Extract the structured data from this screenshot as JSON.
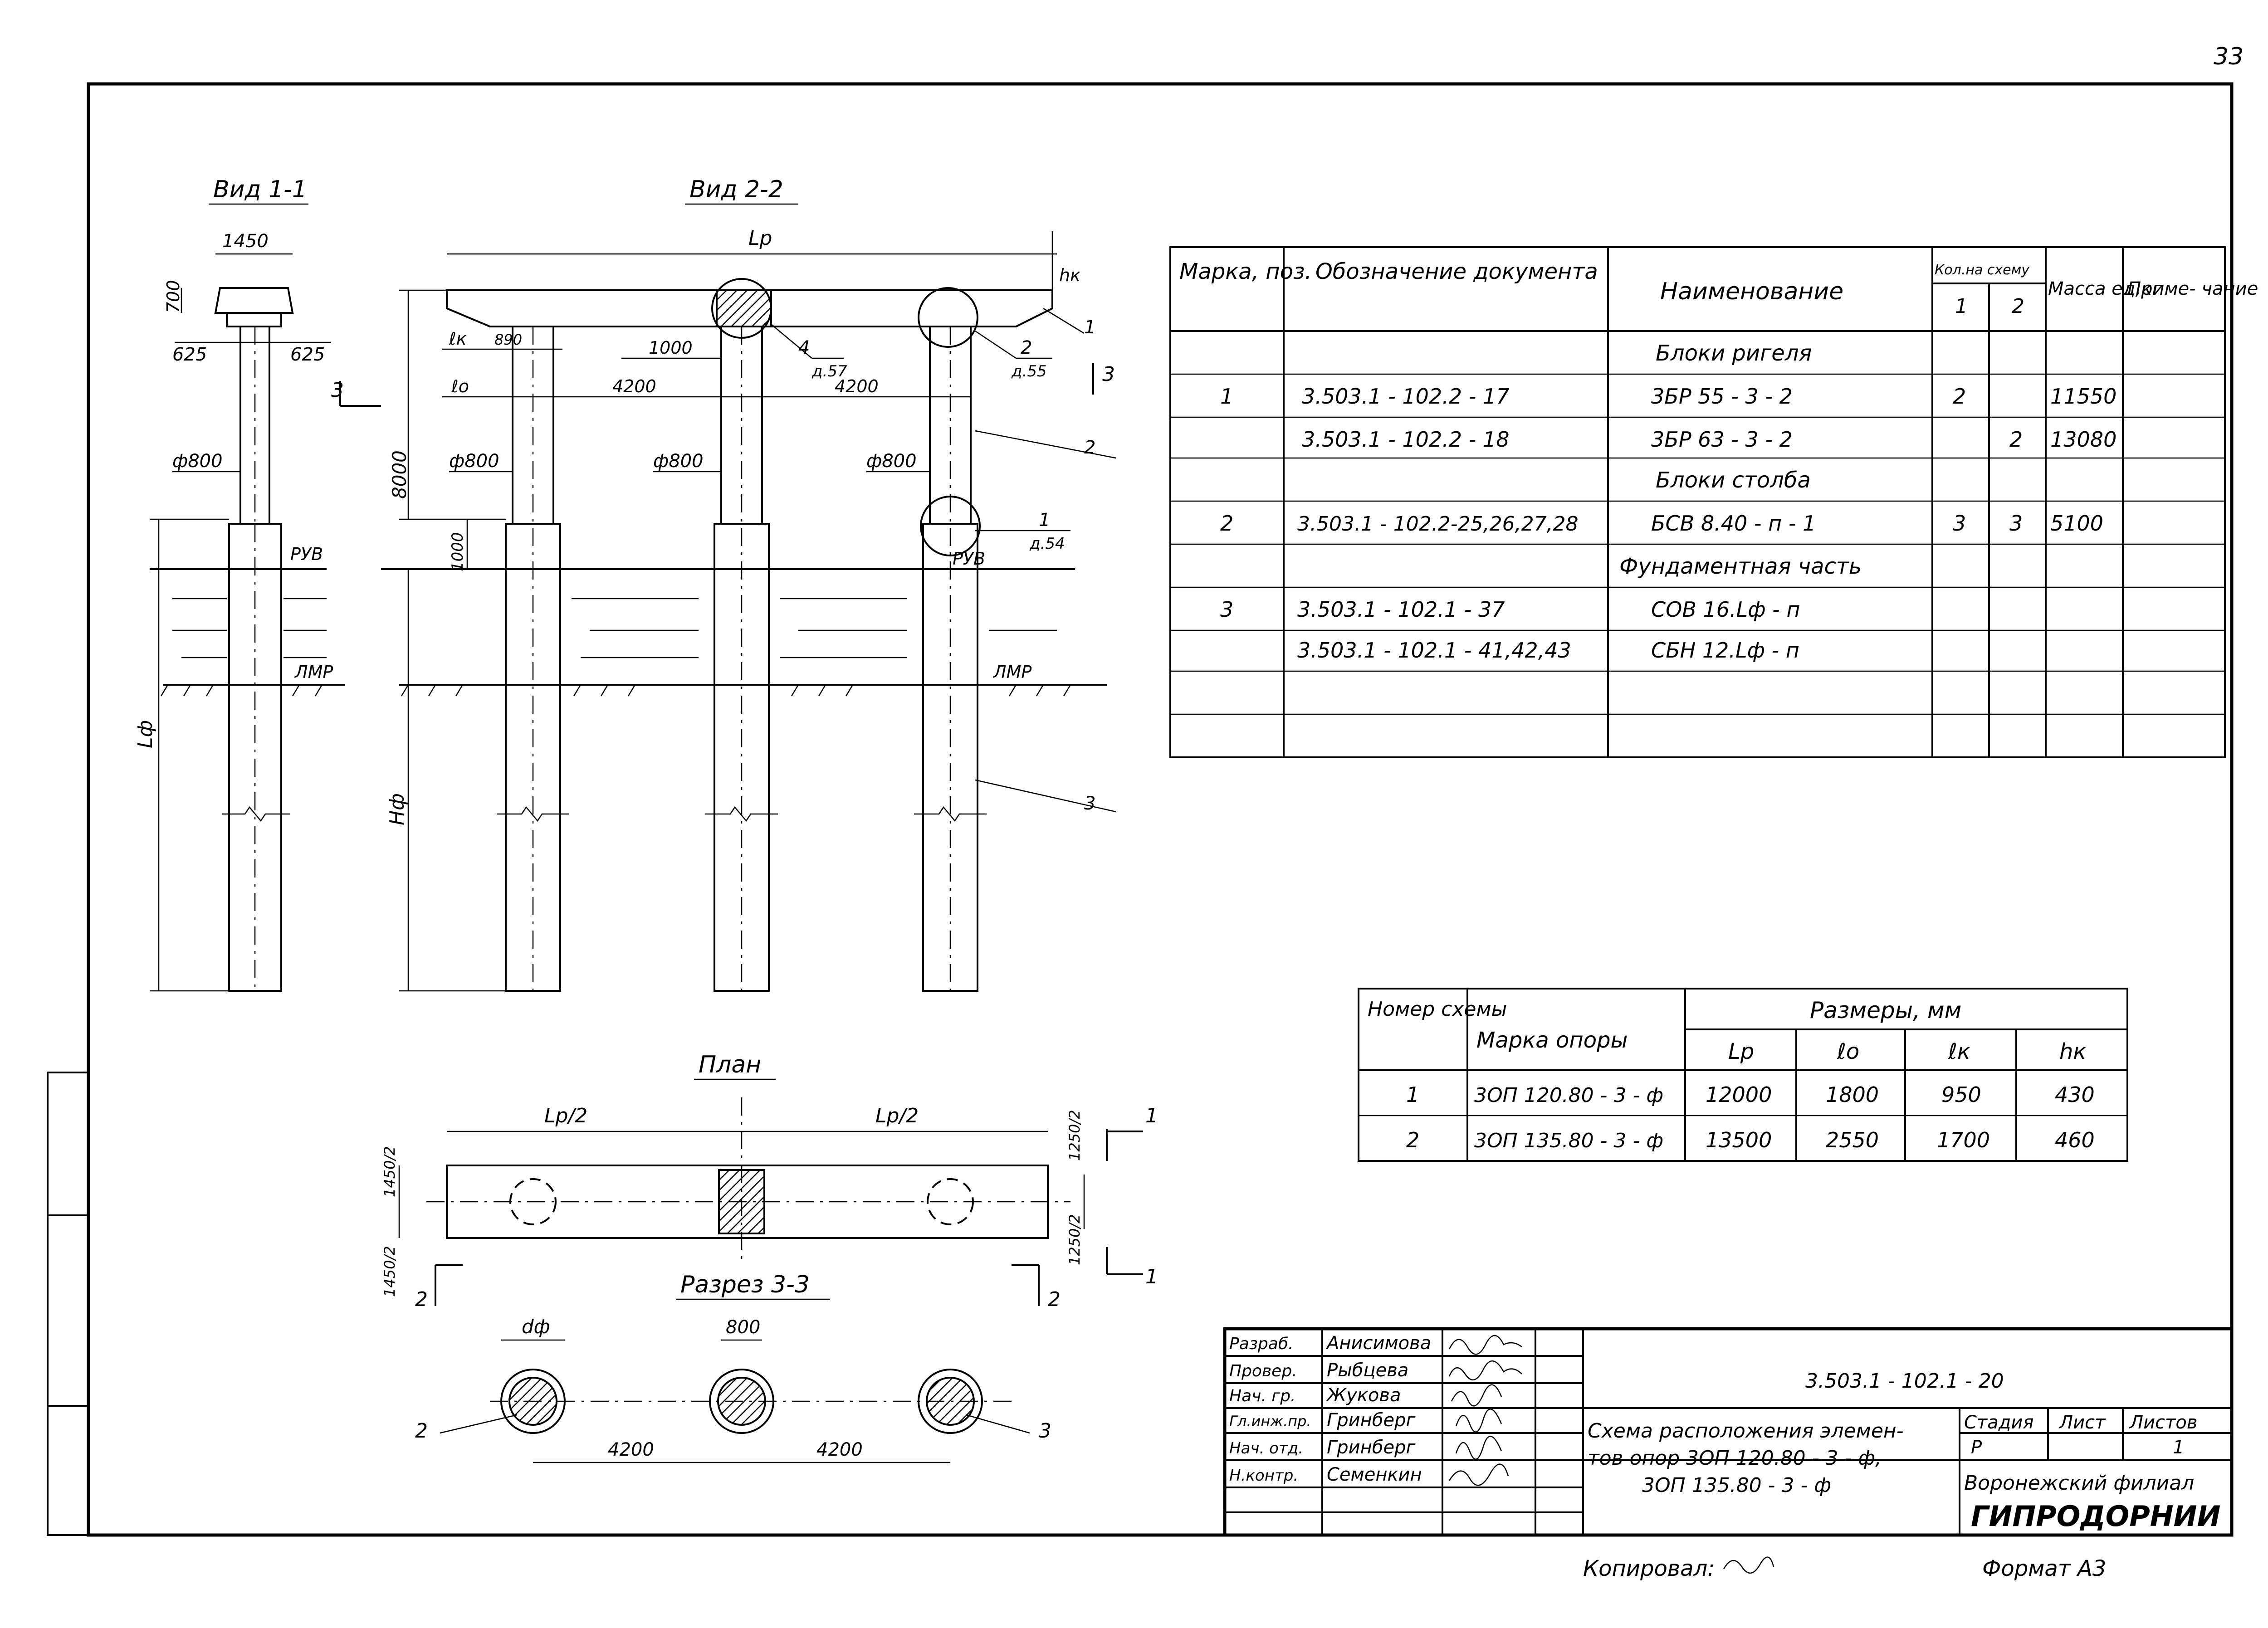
{
  "page_number": "33",
  "views": {
    "view11": "Вид 1-1",
    "view22": "Вид 2-2",
    "plan": "План",
    "section33": "Разрез 3-3"
  },
  "dims": {
    "w1450": "1450",
    "h700": "700",
    "d625": "625",
    "d800": "ф800",
    "rub": "РУВ",
    "lmr": "ЛМР",
    "lf": "Lф",
    "hf": "Hф",
    "h8000": "8000",
    "h1000": "1000",
    "lp": "Lр",
    "hk": "hк",
    "lk": "ℓк",
    "lo": "ℓо",
    "d890": "890",
    "d1000": "1000",
    "d4200": "4200",
    "lp2": "Lр/2",
    "d1450_2": "1450/2",
    "d1250_2": "1250/2",
    "df": "dф",
    "d800b": "800",
    "sec3": "3",
    "mk1": "1",
    "mk2": "2",
    "mk3": "3",
    "mk4": "4",
    "ref57": "д.57",
    "ref55": "д.55",
    "ref54": "д.54"
  },
  "spec_table": {
    "headers": {
      "marka": "Марка, поз.",
      "oboz": "Обозначение документа",
      "naim": "Наименование",
      "kol": "Кол.на схему",
      "kol1": "1",
      "kol2": "2",
      "massa": "Масса ед,кг",
      "prim": "Приме- чание"
    },
    "rows": [
      {
        "mark": "",
        "doc": "",
        "name": "Блоки ригеля",
        "q1": "",
        "q2": "",
        "mass": ""
      },
      {
        "mark": "1",
        "doc": "3.503.1 - 102.2 - 17",
        "name": "3БР 55 - 3 - 2",
        "q1": "2",
        "q2": "",
        "mass": "11550"
      },
      {
        "mark": "",
        "doc": "3.503.1 - 102.2 - 18",
        "name": "3БР 63 - 3 - 2",
        "q1": "",
        "q2": "2",
        "mass": "13080"
      },
      {
        "mark": "",
        "doc": "",
        "name": "Блоки столба",
        "q1": "",
        "q2": "",
        "mass": ""
      },
      {
        "mark": "2",
        "doc": "3.503.1 - 102.2-25,26,27,28",
        "name": "БСВ 8.40 - п - 1",
        "q1": "3",
        "q2": "3",
        "mass": "5100"
      },
      {
        "mark": "",
        "doc": "",
        "name": "Фундаментная часть",
        "q1": "",
        "q2": "",
        "mass": ""
      },
      {
        "mark": "3",
        "doc": "3.503.1 - 102.1 - 37",
        "name": "СОВ 16.Lф - п",
        "q1": "",
        "q2": "",
        "mass": ""
      },
      {
        "mark": "",
        "doc": "3.503.1 - 102.1 - 41,42,43",
        "name": "СБН 12.Lф - п",
        "q1": "",
        "q2": "",
        "mass": ""
      }
    ]
  },
  "dims_table": {
    "headers": {
      "nomer": "Номер схемы",
      "marka": "Марка опоры",
      "razmery": "Размеры, мм",
      "lp": "Lр",
      "lo": "ℓо",
      "lk": "ℓк",
      "hk": "hк"
    },
    "rows": [
      {
        "n": "1",
        "mark": "3ОП 120.80 - 3 - ф",
        "lp": "12000",
        "lo": "1800",
        "lk": "950",
        "hk": "430"
      },
      {
        "n": "2",
        "mark": "3ОП 135.80 - 3 - ф",
        "lp": "13500",
        "lo": "2550",
        "lk": "1700",
        "hk": "460"
      }
    ]
  },
  "title_block": {
    "people": [
      {
        "role": "Разраб.",
        "name": "Анисимова"
      },
      {
        "role": "Провер.",
        "name": "Рыбцева"
      },
      {
        "role": "Нач. гр.",
        "name": "Жукова"
      },
      {
        "role": "Гл.инж.пр.",
        "name": "Гринберг"
      },
      {
        "role": "Нач. отд.",
        "name": "Гринберг"
      },
      {
        "role": "Н.контр.",
        "name": "Семенкин"
      }
    ],
    "doc_number": "3.503.1 - 102.1 - 20",
    "title_line1": "Схема расположения элемен-",
    "title_line2": "тов опор 3ОП 120.80 - 3 - ф,",
    "title_line3": "3ОП 135.80 - 3 - ф",
    "stage_label": "Стадия",
    "sheet_label": "Лист",
    "sheets_label": "Листов",
    "stage": "Р",
    "sheet": "",
    "sheets": "1",
    "org1": "Воронежский филиал",
    "org2": "ГИПРОДОРНИИ"
  },
  "footer": {
    "copied": "Копировал:",
    "format": "Формат A3"
  }
}
